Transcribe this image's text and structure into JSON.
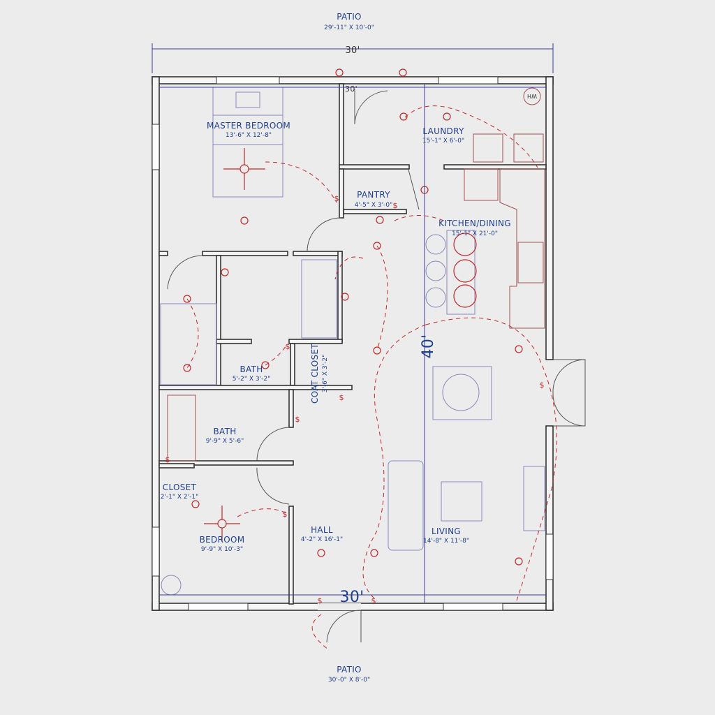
{
  "plan": {
    "top_dimension": "30'",
    "inner_top_dimension": "30'",
    "vertical_dimension": "40'",
    "bottom_dimension": "30'",
    "switch_symbol": "$",
    "water_heater": "WH"
  },
  "rooms": {
    "patio_top": {
      "name": "PATIO",
      "size": "29'-11\" X 10'-0\""
    },
    "master_bedroom": {
      "name": "MASTER BEDROOM",
      "size": "13'-6\" X 12'-8\""
    },
    "laundry": {
      "name": "LAUNDRY",
      "size": "15'-1\" X 6'-0\""
    },
    "pantry": {
      "name": "PANTRY",
      "size": "4'-5\" X 3'-0\""
    },
    "kitchen_dining": {
      "name": "KITCHEN/DINING",
      "size": "15'-1\" X 21'-0\""
    },
    "bath_small": {
      "name": "BATH",
      "size": "5'-2\" X 3'-2\""
    },
    "coat_closet": {
      "name": "COAT CLOSET",
      "size": "3'-6\" X 3'-2\""
    },
    "bath": {
      "name": "BATH",
      "size": "9'-9\" X 5'-6\""
    },
    "closet": {
      "name": "CLOSET",
      "size": "2'-1\" X 2'-1\""
    },
    "bedroom": {
      "name": "BEDROOM",
      "size": "9'-9\" X 10'-3\""
    },
    "hall": {
      "name": "HALL",
      "size": "4'-2\" X 16'-1\""
    },
    "living": {
      "name": "LIVING",
      "size": "14'-8\" X 11'-8\""
    },
    "patio_bottom": {
      "name": "PATIO",
      "size": "30'-0\" X 8'-0\""
    }
  },
  "colors": {
    "room_text": "#1f3f8f",
    "electrical": "#c0282a",
    "walls": "#333333",
    "background": "#ececec"
  }
}
